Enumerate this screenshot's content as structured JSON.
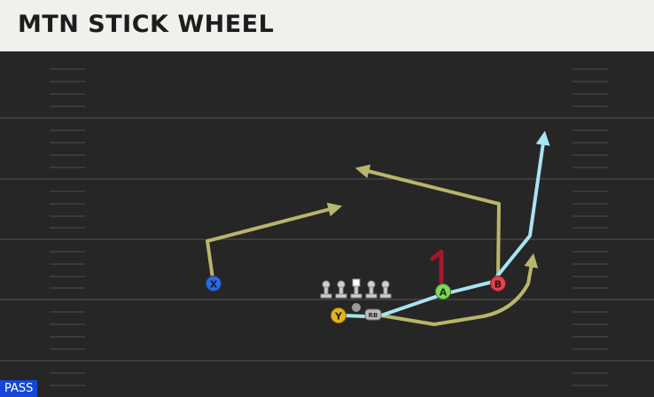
{
  "play": {
    "title": "MTN STICK WHEEL",
    "play_type": "PASS"
  },
  "players": {
    "x": "X",
    "y": "Y",
    "a": "A",
    "b": "B",
    "rb": "RB"
  },
  "colors": {
    "field": "#262626",
    "header_bg": "#f1f0ec",
    "route_yellow": "#b8b66a",
    "route_blue": "#a8e4f2",
    "motion_red": "#a3172d",
    "player_x": "#2f6ad8",
    "player_y": "#e6b41f",
    "player_a": "#7fd85f",
    "player_b": "#e0464c",
    "badge": "#1446d8"
  }
}
